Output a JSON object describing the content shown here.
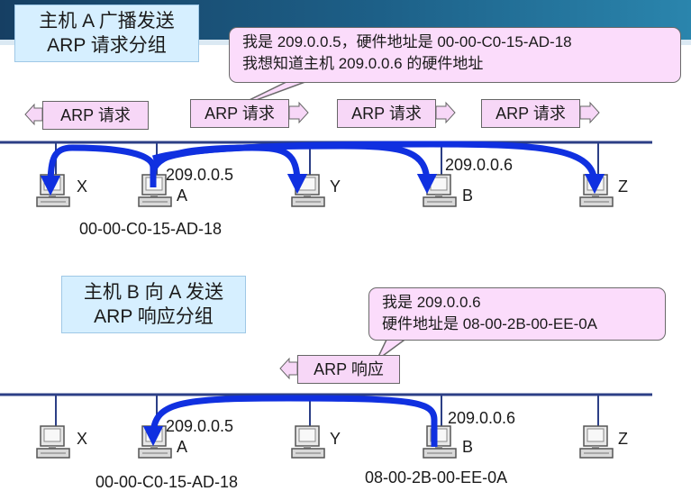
{
  "top": {
    "title_line1": "主机 A 广播发送",
    "title_line2": "ARP 请求分组",
    "bubble_line1": "我是 209.0.0.5，硬件地址是 00-00-C0-15-AD-18",
    "bubble_line2": "我想知道主机 209.0.0.6 的硬件地址",
    "packets": [
      "ARP 请求",
      "ARP 请求",
      "ARP 请求",
      "ARP 请求"
    ],
    "hosts": [
      "X",
      "A",
      "Y",
      "B",
      "Z"
    ],
    "ip_a": "209.0.0.5",
    "ip_b": "209.0.0.6",
    "mac_a": "00-00-C0-15-AD-18"
  },
  "bottom": {
    "title_line1": "主机 B 向 A 发送",
    "title_line2": "ARP 响应分组",
    "bubble_line1": "我是 209.0.0.6",
    "bubble_line2": "硬件地址是 08-00-2B-00-EE-0A",
    "packet": "ARP 响应",
    "hosts": [
      "X",
      "A",
      "Y",
      "B",
      "Z"
    ],
    "ip_a": "209.0.0.5",
    "ip_b": "209.0.0.6",
    "mac_a": "00-00-C0-15-AD-18",
    "mac_b": "08-00-2B-00-EE-0A"
  },
  "colors": {
    "arrow": "#1030e0",
    "bus": "#2c3f86",
    "title_bg": "#d6efff",
    "bubble_bg": "#fbdcfb",
    "packet_bg": "#f7d7f7"
  }
}
